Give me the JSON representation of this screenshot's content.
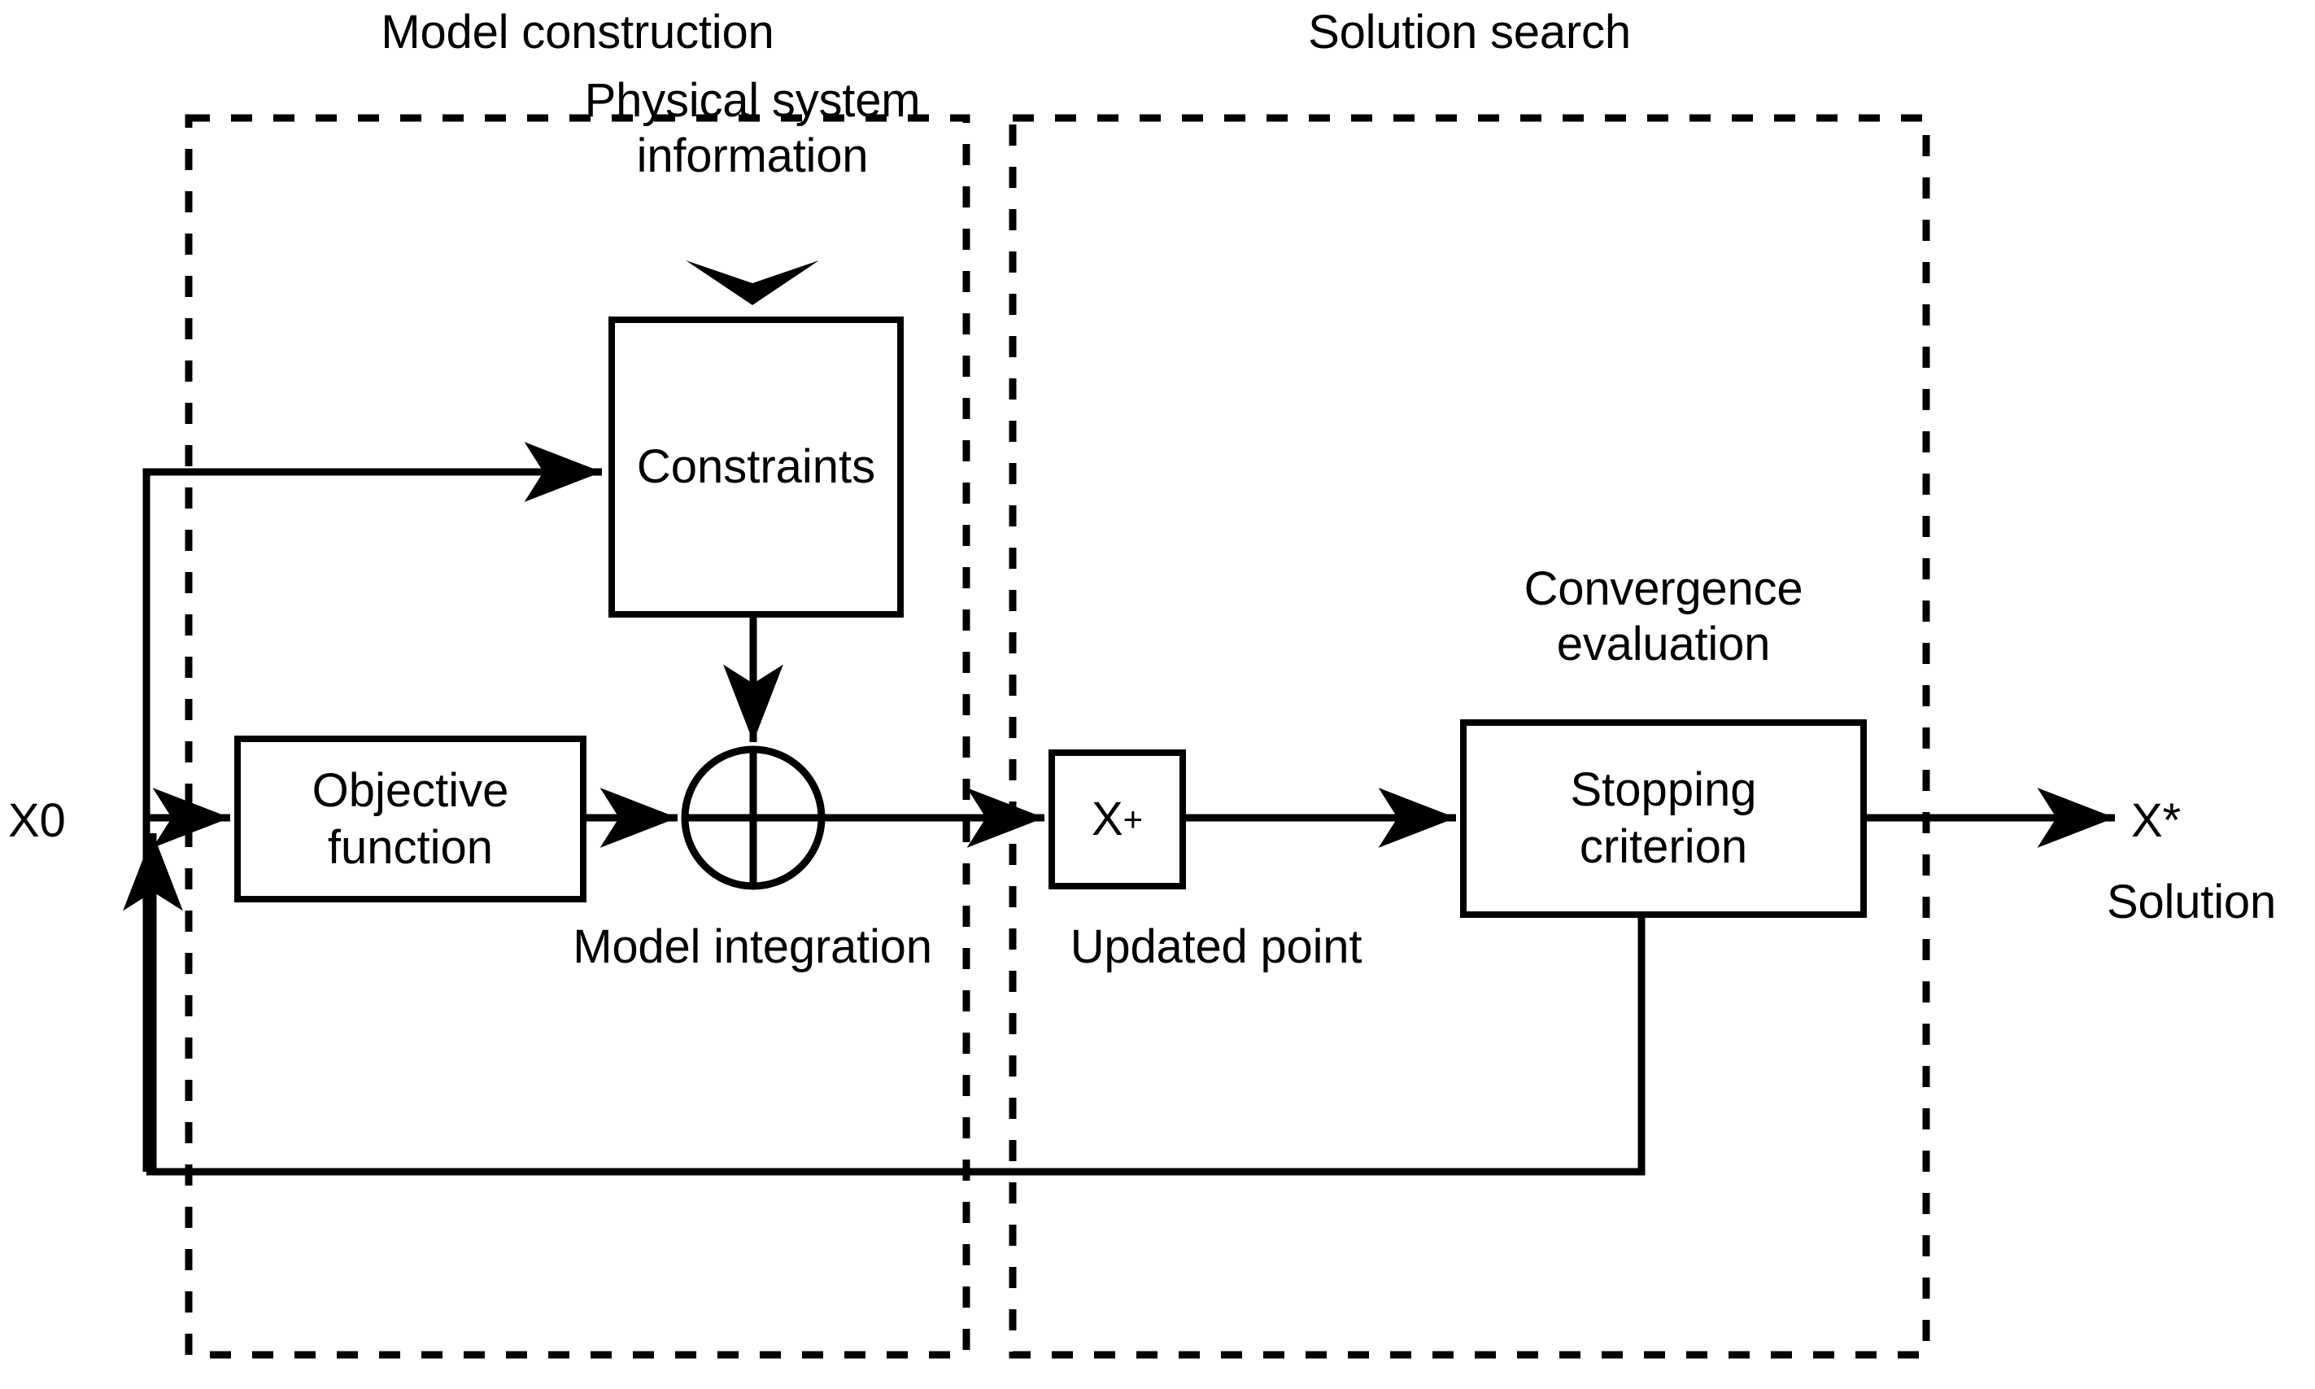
{
  "diagram": {
    "title_groups": [
      {
        "id": "model-construction",
        "label": "Model construction"
      },
      {
        "id": "solution-search",
        "label": "Solution search"
      }
    ],
    "boxes": [
      {
        "id": "constraints",
        "label": "Constraints"
      },
      {
        "id": "objective-function",
        "label": "Objective\nfunction"
      },
      {
        "id": "updated-point-box",
        "label": "X⁺"
      },
      {
        "id": "stopping-criterion",
        "label": "Stopping\ncriterion"
      }
    ],
    "annotations": [
      {
        "id": "physical-system-information",
        "label": "Physical system\ninformation"
      },
      {
        "id": "model-integration",
        "label": "Model integration"
      },
      {
        "id": "updated-point",
        "label": "Updated point"
      },
      {
        "id": "convergence-evaluation",
        "label": "Convergence\nevaluation"
      }
    ],
    "io_labels": [
      {
        "id": "input-x0",
        "label": "X0"
      },
      {
        "id": "output-xstar",
        "label": "X*"
      },
      {
        "id": "output-solution",
        "label": "Solution"
      }
    ],
    "nodes": [
      {
        "id": "summation-node",
        "label": "",
        "shape": "circle-cross"
      }
    ],
    "colors": {
      "stroke": "#000000",
      "background": "#ffffff",
      "text": "#000000"
    },
    "texts": {
      "model_construction": "Model construction",
      "solution_search": "Solution search",
      "physical_system_line1": "Physical system",
      "physical_system_line2": "information",
      "constraints": "Constraints",
      "objective_line1": "Objective",
      "objective_line2": "function",
      "model_integration": "Model integration",
      "x_plus": "X",
      "x_plus_sup": "+",
      "updated_point": "Updated point",
      "convergence_line1": "Convergence",
      "convergence_line2": "evaluation",
      "stopping_line1": "Stopping",
      "stopping_line2": "criterion",
      "x0": "X0",
      "x_star": "X*",
      "solution": "Solution"
    }
  }
}
